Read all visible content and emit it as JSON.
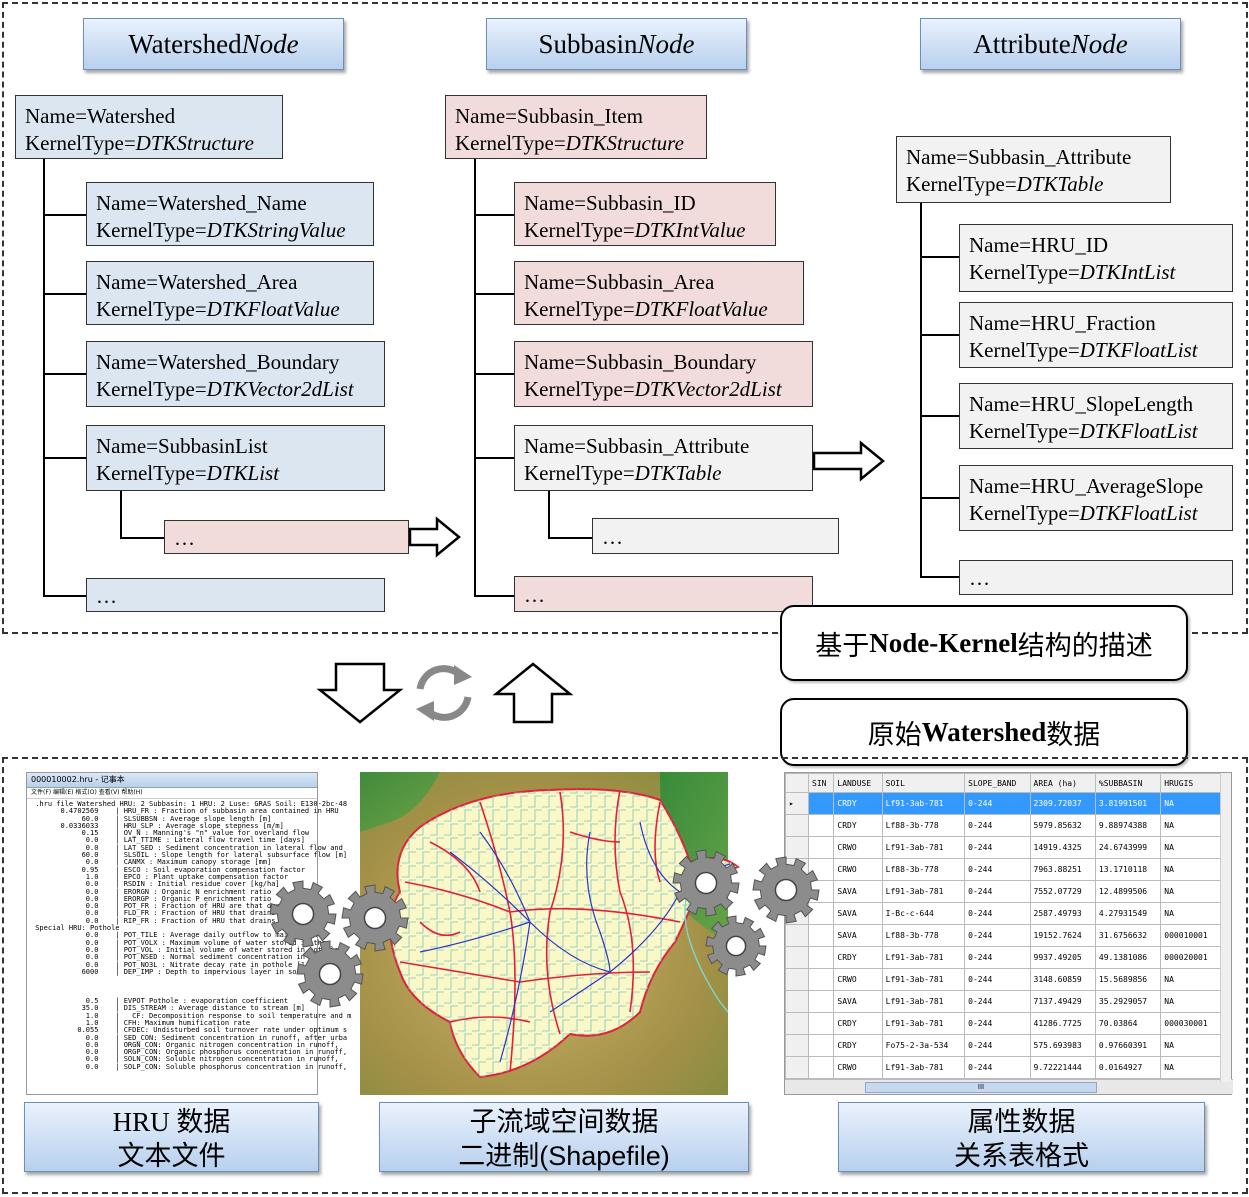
{
  "headers": [
    {
      "main": "Watershed ",
      "italic": "Node"
    },
    {
      "main": "Subbasin ",
      "italic": "Node"
    },
    {
      "main": "Attribute ",
      "italic": "Node"
    }
  ],
  "kernel_prefix": "KernelType=",
  "watershed_tree": [
    {
      "name": "Name=Watershed",
      "kernel": "DTKStructure"
    },
    {
      "name": "Name=Watershed_Name",
      "kernel": "DTKStringValue"
    },
    {
      "name": "Name=Watershed_Area",
      "kernel": "DTKFloatValue"
    },
    {
      "name": "Name=Watershed_Boundary",
      "kernel": "DTKVector2dList"
    },
    {
      "name": "Name=SubbasinList",
      "kernel": "DTKList"
    }
  ],
  "subbasin_tree": [
    {
      "name": "Name=Subbasin_Item",
      "kernel": "DTKStructure"
    },
    {
      "name": "Name=Subbasin_ID",
      "kernel": "DTKIntValue"
    },
    {
      "name": "Name=Subbasin_Area",
      "kernel": "DTKFloatValue"
    },
    {
      "name": "Name=Subbasin_Boundary",
      "kernel": "DTKVector2dList"
    },
    {
      "name": "Name=Subbasin_Attribute",
      "kernel": "DTKTable"
    }
  ],
  "attribute_tree": [
    {
      "name": "Name=Subbasin_Attribute",
      "kernel": "DTKTable"
    },
    {
      "name": "Name=HRU_ID",
      "kernel": "DTKIntList"
    },
    {
      "name": "Name=HRU_Fraction",
      "kernel": "DTKFloatList"
    },
    {
      "name": "Name=HRU_SlopeLength",
      "kernel": "DTKFloatList"
    },
    {
      "name": "Name=HRU_AverageSlope",
      "kernel": "DTKFloatList"
    }
  ],
  "ellipsis": "…",
  "label_node_kernel": {
    "pre": "基于",
    "bold": "Node-Kernel",
    "post": "结构的描述"
  },
  "label_raw": {
    "pre": "原始",
    "bold": "Watershed",
    "post": "数据"
  },
  "captions": [
    {
      "line1": "HRU 数据",
      "line2": "文本文件"
    },
    {
      "line1": "子流域空间数据",
      "line2": "二进制(Shapefile)"
    },
    {
      "line1": "属性数据",
      "line2": "关系表格式"
    }
  ],
  "notepad": {
    "title": "000010002.hru - 记事本",
    "menu": "文件(F)   编辑(E)   格式(O)   查看(V)   帮助(H)",
    "lines": [
      " .hru file Watershed HRU: 2 Subbasin: 1 HRU: 2 Luse: GRAS Soil: E130-2bc-48",
      "       0.4702569    | HRU_FR : Fraction of subbasin area contained in HRU",
      "            60.0    | SLSUBBSN : Average slope length [m]",
      "       0.0336033    | HRU_SLP : Average slope stepness [m/m]",
      "            0.15    | OV_N : Manning's \"n\" value for overland flow",
      "             0.0    | LAT_TTIME : Lateral flow travel time [days]",
      "             0.0    | LAT_SED : Sediment concentration in lateral flow and",
      "            60.0    | SLSOIL : Slope length for lateral subsurface flow [m]",
      "             0.0    | CANMX : Maximum canopy storage [mm]",
      "            0.95    | ESCO : Soil evaporation compensation factor",
      "             1.0    | EPCO : Plant uptake compensation factor",
      "             0.0    | RSDIN : Initial residue cover [kg/ha]",
      "             0.0    | ERORGN : Organic N enrichment ratio",
      "             0.0    | ERORGP : Organic P enrichment ratio",
      "             0.0    | POT_FR : Fraction of HRU are that drains into",
      "             0.0    | FLD_FR : Fraction of HRU that drains into",
      "             0.0    | RIP_FR : Fraction of HRU that drains into",
      " Special HRU: Pothole",
      "             0.0    | POT_TILE : Average daily outflow to main channel",
      "             0.0    | POT_VOLX : Maximum volume of water stored in the",
      "             0.0    | POT_VOL : Initial volume of water stored in pothole",
      "             0.0    | POT_NSED : Normal sediment concentration in pothole",
      "             0.0    | POT_NO3L : Nitrate decay rate in pothole [1/day]",
      "            6000    | DEP_IMP : Depth to impervious layer in soil profile",
      "",
      "",
      "",
      "             0.5    | EVPOT Pothole : evaporation coefficient",
      "            35.0    | DIS_STREAM : Average distance to stream [m]",
      "             1.0    |   CF: Decomposition response to soil temperature and m",
      "             1.0    | CFH: Maximum humification rate",
      "           0.055    | CFDEC: Undisturbed soil turnover rate under optimum s",
      "             0.0    | SED_CON: Sediment concentration in runoff, after urba",
      "             0.0    | ORGN_CON: Organic nitrogen concentration in runoff,",
      "             0.0    | ORGP_CON: Organic phosphorus concentration in runoff,",
      "             0.0    | SOLN_CON: Soluble nitrogen concentration in runoff,",
      "             0.0    | SOLP_CON: Soluble phosphorus concentration in runoff,"
    ]
  },
  "attr_table": {
    "columns": [
      "SIN",
      "LANDUSE",
      "SOIL",
      "SLOPE_BAND",
      "AREA (ha)",
      "%SUBBASIN",
      "HRUGIS"
    ],
    "rows": [
      [
        "CRDY",
        "Lf91-3ab-781",
        "0-244",
        "2309.72037",
        "3.81991501",
        "NA"
      ],
      [
        "CRDY",
        "Lf88-3b-778",
        "0-244",
        "5979.85632",
        "9.88974388",
        "NA"
      ],
      [
        "CRWO",
        "Lf91-3ab-781",
        "0-244",
        "14919.4325",
        "24.6743999",
        "NA"
      ],
      [
        "CRWO",
        "Lf88-3b-778",
        "0-244",
        "7963.88251",
        "13.1710118",
        "NA"
      ],
      [
        "SAVA",
        "Lf91-3ab-781",
        "0-244",
        "7552.07729",
        "12.4899506",
        "NA"
      ],
      [
        "SAVA",
        "I-Bc-c-644",
        "0-244",
        "2587.49793",
        "4.27931549",
        "NA"
      ],
      [
        "SAVA",
        "Lf88-3b-778",
        "0-244",
        "19152.7624",
        "31.6756632",
        "000010001"
      ],
      [
        "CRDY",
        "Lf91-3ab-781",
        "0-244",
        "9937.49205",
        "49.1381086",
        "000020001"
      ],
      [
        "CRWO",
        "Lf91-3ab-781",
        "0-244",
        "3148.60859",
        "15.5689856",
        "NA"
      ],
      [
        "SAVA",
        "Lf91-3ab-781",
        "0-244",
        "7137.49429",
        "35.2929057",
        "NA"
      ],
      [
        "CRDY",
        "Lf91-3ab-781",
        "0-244",
        "41286.7725",
        "70.03864",
        "000030001"
      ],
      [
        "CRDY",
        "Fo75-2-3a-534",
        "0-244",
        "575.693983",
        "0.97660391",
        "NA"
      ],
      [
        "CRWO",
        "Lf91-3ab-781",
        "0-244",
        "9.72221444",
        "0.0164927",
        "NA"
      ]
    ],
    "scroll_label": "III"
  }
}
